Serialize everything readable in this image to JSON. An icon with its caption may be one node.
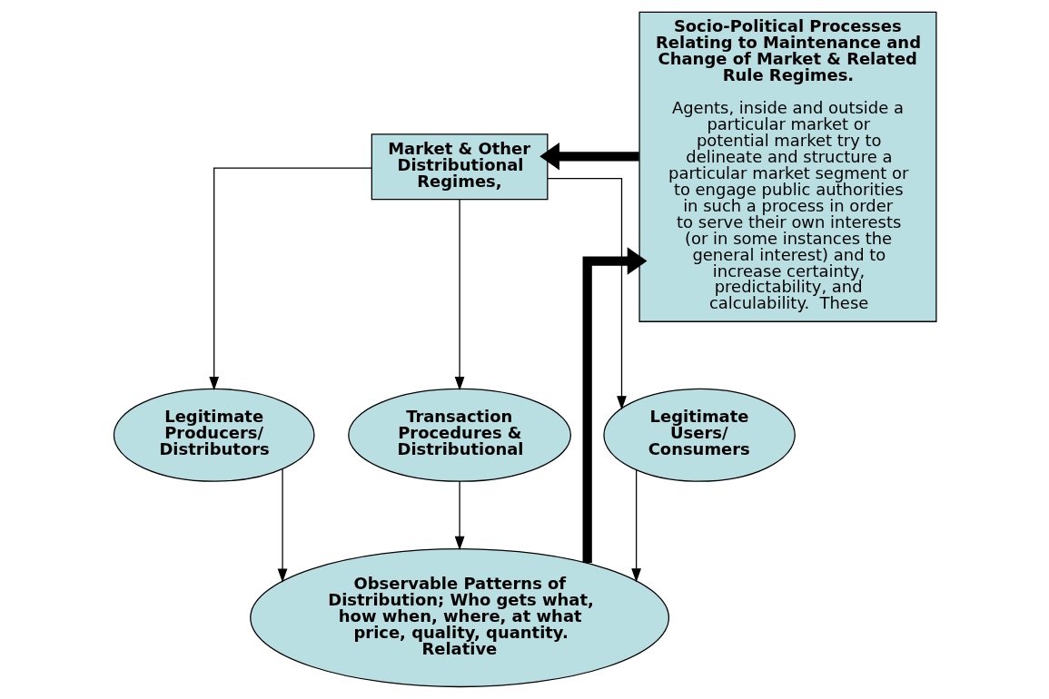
{
  "diagram": {
    "nodes": [
      {
        "text": [
          "Market & Other Distributional Regimes,"
        ]
      },
      {
        "text": [
          "Legitimate Producers/ Distributors"
        ]
      },
      {
        "text": [
          "Transaction Procedures & Distributional"
        ]
      },
      {
        "text": [
          "Legitimate Users/ Consumers"
        ]
      },
      {
        "text": [
          "Observable Patterns of Distribution; Who gets what, how when, where, at what price, quality, quantity. Relative"
        ]
      },
      {
        "text": [
          "Socio-Political Processes Relating to Maintenance and Change of Market & Related Rule Regimes.",
          "Agents, inside and outside a particular market or potential market try to delineate and structure a particular market segment or to engage public authorities in such a process in order to serve their own interests (or in some instances the general interest) and to increase certainty, predictability, and calculability.  These"
        ]
      }
    ],
    "edges": [
      {
        "from": 0,
        "to": 1,
        "arrow": "to"
      },
      {
        "from": 0,
        "to": 2,
        "arrow": "to"
      },
      {
        "from": 0,
        "to": 3,
        "arrow": "to"
      },
      {
        "from": 1,
        "to": 4,
        "arrow": "to"
      },
      {
        "from": 2,
        "to": 4,
        "arrow": "to"
      },
      {
        "from": 3,
        "to": 4,
        "arrow": "to"
      },
      {
        "from": 5,
        "to": 0,
        "arrow": "to",
        "style": "thick"
      },
      {
        "from": 4,
        "to": 5,
        "arrow": "to",
        "style": "thick"
      }
    ]
  }
}
